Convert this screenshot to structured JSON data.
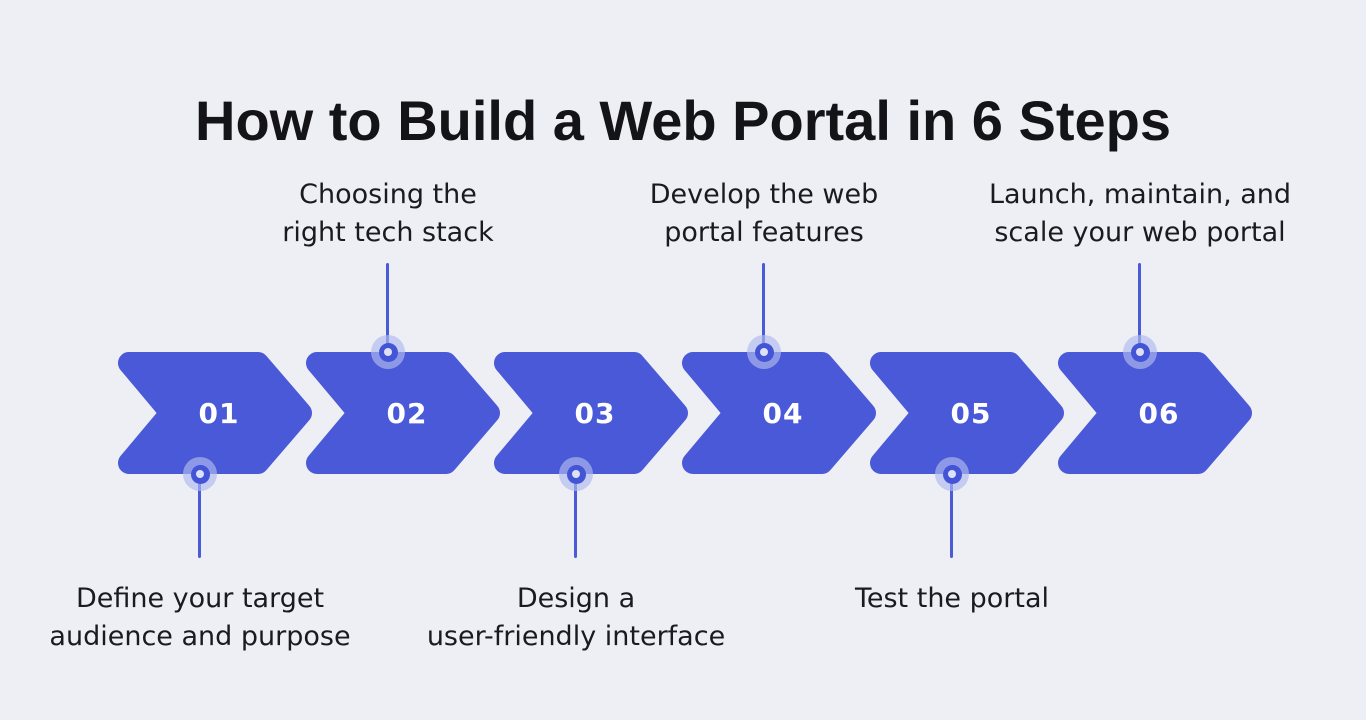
{
  "title": "How to Build a Web Portal in 6 Steps",
  "steps": [
    {
      "number": "01",
      "label": "Define your target audience and purpose",
      "label_lines": [
        "Define your target",
        "audience and purpose"
      ],
      "label_position": "below"
    },
    {
      "number": "02",
      "label": "Choosing the right tech stack",
      "label_lines": [
        "Choosing the",
        "right tech stack"
      ],
      "label_position": "above"
    },
    {
      "number": "03",
      "label": "Design a user-friendly interface",
      "label_lines": [
        "Design a",
        "user-friendly interface"
      ],
      "label_position": "below"
    },
    {
      "number": "04",
      "label": "Develop the web portal features",
      "label_lines": [
        "Develop the web",
        "portal features"
      ],
      "label_position": "above"
    },
    {
      "number": "05",
      "label": "Test the portal",
      "label_lines": [
        "Test the portal"
      ],
      "label_position": "below"
    },
    {
      "number": "06",
      "label": "Launch, maintain, and scale your web portal",
      "label_lines": [
        "Launch, maintain, and",
        "scale your web portal"
      ],
      "label_position": "above"
    }
  ],
  "colors": {
    "background": "#EEEEF5",
    "arrow_fill": "#4959D8",
    "number_text": "#FFFFFF",
    "title_text": "#141418",
    "label_text": "#1A1A1F",
    "connector_line": "#4A5AD8",
    "dot_halo": "rgba(176,186,239,0.66)",
    "dot_ring": "#4355D6",
    "dot_core": "#DDE1F6"
  }
}
